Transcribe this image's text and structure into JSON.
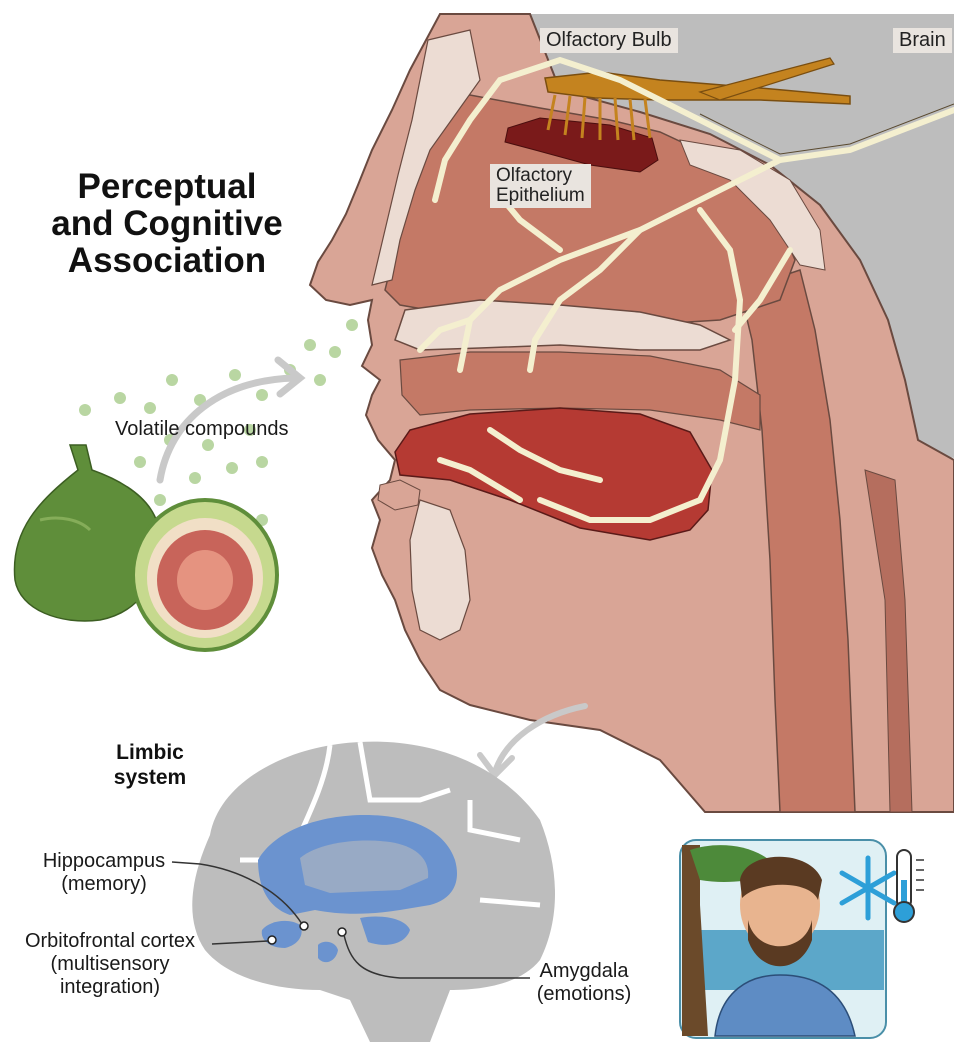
{
  "title_lines": [
    "Perceptual",
    "and Cognitive",
    "Association"
  ],
  "labels": {
    "olfactory_bulb": "Olfactory Bulb",
    "brain": "Brain",
    "olfactory_epithelium_lines": [
      "Olfactory",
      "Epithelium"
    ],
    "volatile_compounds": "Volatile compounds"
  },
  "limbic": {
    "title_lines": [
      "Limbic",
      "system"
    ],
    "hippocampus_lines": [
      "Hippocampus",
      "(memory)"
    ],
    "orbitofrontal_lines": [
      "Orbitofrontal cortex",
      "(multisensory",
      "integration)"
    ],
    "amygdala_lines": [
      "Amygdala",
      "(emotions)"
    ]
  },
  "colors": {
    "skin": "#d9a596",
    "cavity": "#c47966",
    "nerve": "#f4efcf",
    "tongue": "#b53a33",
    "brain_gray": "#bdbdbd",
    "bulb": "#c4831f",
    "epithelium": "#7a1a1a",
    "limbic_blue": "#6b93cf",
    "dots": "#b9d6a2"
  }
}
